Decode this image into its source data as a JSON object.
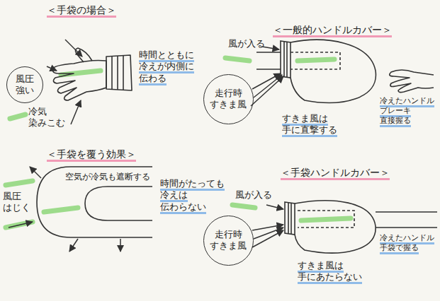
{
  "diagram": {
    "nodes": [
      {
        "text": [
          "風圧 強い"
        ]
      },
      {
        "text": [
          "走行時 すきま風"
        ]
      },
      {
        "text": [
          "走行時 すきま風"
        ]
      }
    ],
    "labels": [
      "＜手袋の場合＞",
      "時間とともに 冷えが内側に 伝わる",
      "冷気 染みこむ",
      "＜一般的ハンドルカバー＞",
      "風が入る",
      "冷えたハンドル ブレーキ 直接握る",
      "すきま風は 手に直撃する",
      "＜手袋を覆う効果＞",
      "空気が冷気も遮断する",
      "時間がたっても 冷えは 伝わらない",
      "風圧 はじく",
      "＜手袋ハンドルカバー＞",
      "風が入る",
      "冷えたハンドル 手袋で握る",
      "すきま風は 手にあたらない"
    ]
  }
}
